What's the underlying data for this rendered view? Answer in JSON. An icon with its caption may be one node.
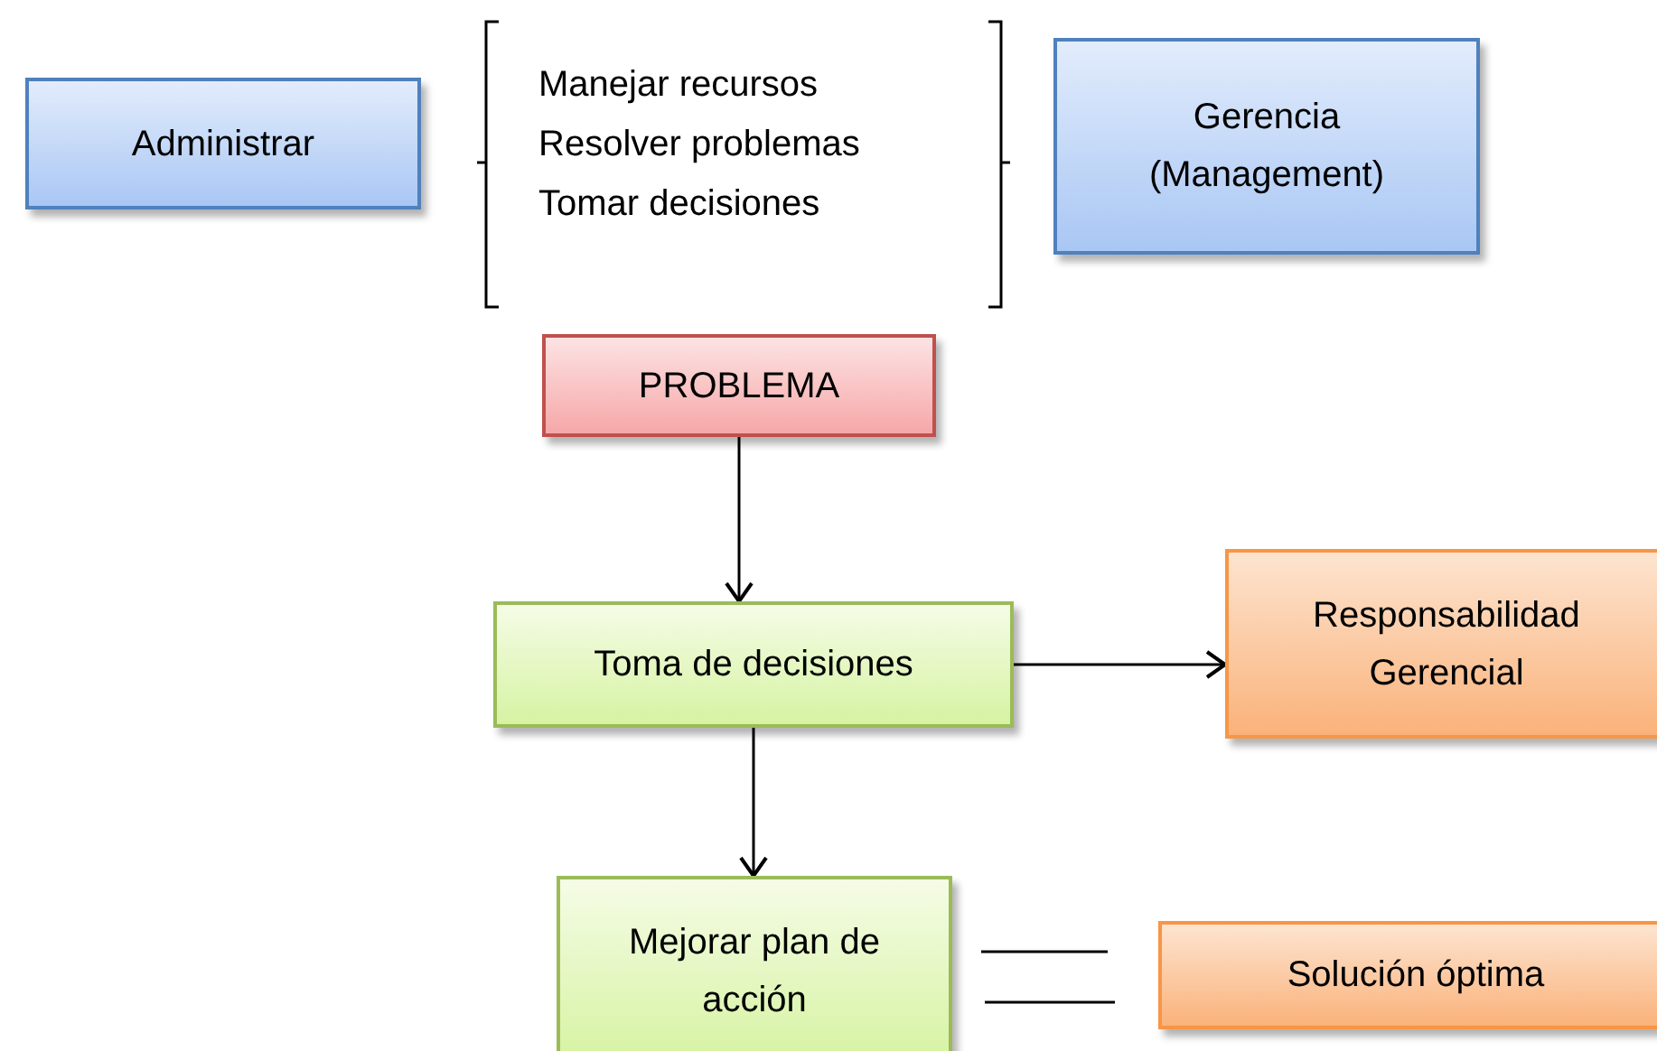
{
  "diagram": {
    "nodes": [
      {
        "text": [
          "Administrar"
        ]
      },
      {
        "text": [
          "Gerencia (Management)"
        ]
      },
      {
        "text": [
          "PROBLEMA"
        ]
      },
      {
        "text": [
          "Toma de decisiones"
        ]
      },
      {
        "text": [
          "Responsabilidad Gerencial"
        ]
      },
      {
        "text": [
          "Mejorar plan de acción"
        ]
      },
      {
        "text": [
          "Solución óptima"
        ]
      }
    ],
    "edges": [
      {
        "from": 2,
        "to": 3,
        "arrow": "to"
      },
      {
        "from": 3,
        "to": 4,
        "arrow": "to"
      },
      {
        "from": 3,
        "to": 5,
        "arrow": "to"
      }
    ],
    "labels": [
      "Manejar recursos",
      "Resolver problemas",
      "Tomar decisiones"
    ]
  }
}
